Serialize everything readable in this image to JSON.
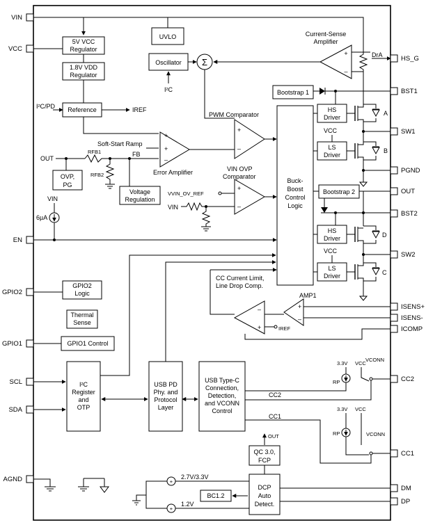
{
  "pins": {
    "vin": "VIN",
    "vcc": "VCC",
    "en": "EN",
    "gpio2": "GPIO2",
    "gpio1": "GPIO1",
    "scl": "SCL",
    "sda": "SDA",
    "agnd": "AGND",
    "hs_g": "HS_G",
    "bst1": "BST1",
    "sw1": "SW1",
    "pgnd": "PGND",
    "out": "OUT",
    "bst2": "BST2",
    "sw2": "SW2",
    "isens_p": "ISENS+",
    "isens_n": "ISENS-",
    "icomp": "ICOMP",
    "cc2": "CC2",
    "cc1": "CC1",
    "dm": "DM",
    "dp": "DP"
  },
  "blocks": {
    "vcc_reg_1": "5V VCC",
    "vcc_reg_2": "Regulator",
    "vdd_reg_1": "1.8V VDD",
    "vdd_reg_2": "Regulator",
    "reference": "Reference",
    "uvlo": "UVLO",
    "oscillator": "Oscillator",
    "bootstrap1": "Bootstrap 1",
    "bootstrap2": "Bootstrap 2",
    "hs_driver_1": "HS",
    "hs_driver_2": "Driver",
    "ls_driver_1": "LS",
    "ls_driver_2": "Driver",
    "buck_boost_1": "Buck-",
    "buck_boost_2": "Boost",
    "buck_boost_3": "Control",
    "buck_boost_4": "Logic",
    "ovp_pg_1": "OVP,",
    "ovp_pg_2": "PG",
    "vreg_1": "Voltage",
    "vreg_2": "Regulation",
    "gpio2_logic_1": "GPIO2",
    "gpio2_logic_2": "Logic",
    "thermal_1": "Thermal",
    "thermal_2": "Sense",
    "gpio1_control": "GPIO1 Control",
    "i2c_1": "I²C",
    "i2c_2": "Register",
    "i2c_3": "and",
    "i2c_4": "OTP",
    "usbpd_1": "USB PD",
    "usbpd_2": "Phy. and",
    "usbpd_3": "Protocol",
    "usbpd_4": "Layer",
    "typec_1": "USB Type-C",
    "typec_2": "Connection,",
    "typec_3": "Detection,",
    "typec_4": "and VCONN",
    "typec_5": "Control",
    "qc_1": "QC 3.0,",
    "qc_2": "FCP",
    "bc12": "BC1.2",
    "dcp_1": "DCP",
    "dcp_2": "Auto",
    "dcp_3": "Detect."
  },
  "labels": {
    "current_sense_1": "Current-Sense",
    "current_sense_2": "Amplifier",
    "dra": "DrA",
    "sigma": "Σ",
    "i2c_osc": "I²C",
    "i2c_pd": "I²C/PD",
    "iref": "IREF",
    "soft_start": "Soft-Start Ramp",
    "pwm_comp": "PWM Comparator",
    "error_amp": "Error Amplifier",
    "out_left": "OUT",
    "rfb1": "RFB1",
    "rfb2": "RFB2",
    "fb": "FB",
    "vin_ovp_1": "VIN OVP",
    "vin_ovp_2": "Comparator",
    "vin_ovp_ref": "VVIN_OV_REF",
    "vin_res": "VIN",
    "vin_en": "VIN",
    "six_ua": "6µA",
    "node_a": "A",
    "node_b": "B",
    "node_c": "C",
    "node_d": "D",
    "vcc_ls1": "VCC",
    "vcc_ls2": "VCC",
    "cc_limit_1": "CC Current Limit,",
    "cc_limit_2": "Line Drop Comp.",
    "amp1": "AMP1",
    "iref_cc": "IREF",
    "v33_1": "3.3V",
    "vcc_cc2": "VCC",
    "rp_1": "RP",
    "vconn_1": "VCONN",
    "v33_2": "3.3V",
    "vcc_cc1": "VCC",
    "rp_2": "RP",
    "vconn_2": "VCONN",
    "cc2_line": "CC2",
    "cc1_line": "CC1",
    "out_qc": "OUT",
    "v27_33": "2.7V/3.3V",
    "v12": "1.2V",
    "plus": "+",
    "minus": "–"
  }
}
